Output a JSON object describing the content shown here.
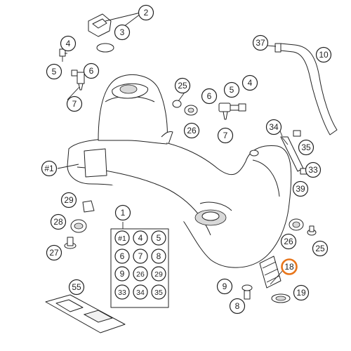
{
  "diagram": {
    "accent_color": "#e8751a",
    "callouts": {
      "c2": "2",
      "c3": "3",
      "c4": "4",
      "c5a": "5",
      "c6a": "6",
      "c7a": "7",
      "c37": "37",
      "c10": "10",
      "c25a": "25",
      "c6b": "6",
      "c5b": "5",
      "c4b": "4",
      "c26a": "26",
      "c7b": "7",
      "c34": "34",
      "c35": "35",
      "c33": "33",
      "c39": "39",
      "c1tank": "#1",
      "c29": "29",
      "c28": "28",
      "c27": "27",
      "c1set": "1",
      "c26b": "26",
      "c25b": "25",
      "c18": "18",
      "c9": "9",
      "c8": "8",
      "c19": "19",
      "c55": "55"
    },
    "kit_grid": [
      "#1",
      "4",
      "5",
      "6",
      "7",
      "8",
      "9",
      "26",
      "29",
      "33",
      "34",
      "35"
    ]
  }
}
